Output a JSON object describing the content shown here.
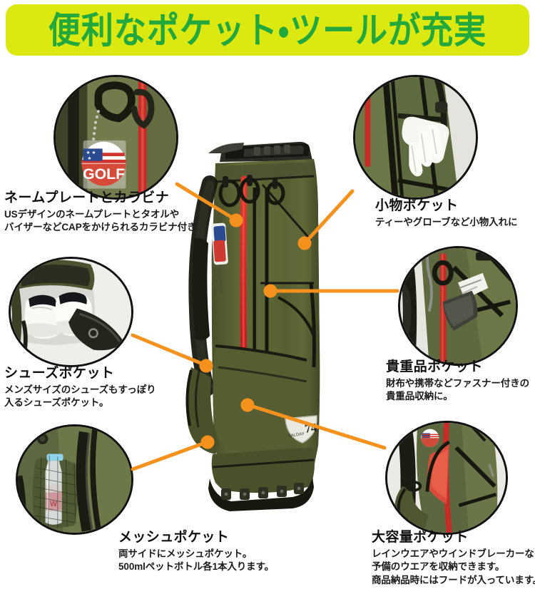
{
  "banner": {
    "title": "便利なポケット・ツールが充実",
    "bg_color": "#dce911",
    "text_color": "#22a83c"
  },
  "theme": {
    "connector_color": "#f5921e",
    "bag_body_color": "#5a5f34",
    "bag_accent_color": "#d42b2b",
    "bag_trim_color": "#1b1b18",
    "page_bg": "#ffffff"
  },
  "product": {
    "name": "ゴルフスタンドバッグ",
    "badge_text": "74",
    "badge_sub": "SALDAY"
  },
  "callouts": [
    {
      "id": "name-plate-carabiner",
      "title": "ネームプレートとカラビナ",
      "desc_lines": [
        "USデザインのネームプレートとタオルや",
        "バイザーなどCAPをかけられるカラビナ付き"
      ],
      "photo_alt": "carabiner-and-us-flag-name-plate",
      "plate_text": "GOLF"
    },
    {
      "id": "accessory-pocket",
      "title": "小物ポケット",
      "desc_lines": [
        "ティーやグローブなど小物入れに"
      ],
      "photo_alt": "white-golf-glove-in-pocket"
    },
    {
      "id": "shoes-pocket",
      "title": "シューズポケット",
      "desc_lines": [
        "メンズサイズのシューズもすっぽり",
        "入るシューズポケット。"
      ],
      "photo_alt": "white-golf-shoes-inside-open-pocket"
    },
    {
      "id": "valuables-pocket",
      "title": "貴重品ポケット",
      "desc_lines": [
        "財布や携帯などファスナー付きの",
        "貴重品収納に。"
      ],
      "photo_alt": "wallet-and-phone-in-zippered-pocket"
    },
    {
      "id": "mesh-pocket",
      "title": "メッシュポケット",
      "desc_lines": [
        "両サイドにメッシュポケット。",
        "500mlペットボトル各1本入ります。"
      ],
      "photo_alt": "water-bottle-in-mesh-pocket"
    },
    {
      "id": "large-capacity-pocket",
      "title": "大容量ポケット",
      "desc_lines": [
        "レインウエアやウインドブレーカーなど",
        "予備のウエアを収納できます。",
        "商品納品時にはフードが入っています。"
      ],
      "photo_alt": "large-pocket-opened-with-red-lining"
    }
  ]
}
